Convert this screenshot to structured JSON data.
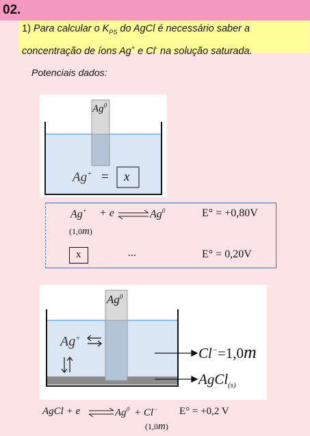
{
  "header": {
    "number": "02."
  },
  "question": {
    "prefix": "1) ",
    "line1": "Para calcular o K",
    "ksp_sub": "PS",
    "line1b": " do AgCl é necessário saber a",
    "line2a": "concentração de íons Ag",
    "plus": "+",
    "line2b": " e Cl",
    "minus": "-",
    "line2c": " na solução saturada."
  },
  "potenciais_label": "Potenciais dados:",
  "figure1": {
    "electrode": "Ag",
    "electrode_sup": "0",
    "solution_label": "Ag",
    "solution_sup": "+",
    "equals": "=",
    "unknown": "x"
  },
  "equations": {
    "eq1_left": "Ag",
    "eq1_left_sup": "+",
    "eq1_plus_e": "+ e",
    "eq1_right": "Ag",
    "eq1_right_sup": "0",
    "eq1_potential": "E° = +0,80V",
    "eq1_conc": "(1,0",
    "eq1_conc_unit": "m",
    "eq1_conc_close": ")",
    "eq2_unknown": "x",
    "eq2_dots": "...",
    "eq2_potential": "E° = 0,20V"
  },
  "figure2": {
    "electrode": "Ag",
    "electrode_sup": "0",
    "ion_left": "Ag",
    "ion_left_sup": "+",
    "cl_label": "Cl",
    "cl_sup": "−",
    "cl_value": "=1,0",
    "cl_unit": "m",
    "agcl_label": "AgCl",
    "agcl_sub": "(s)"
  },
  "bottom_equation": {
    "left": "AgCl + e",
    "right1": "Ag",
    "right1_sup": "0",
    "right2": "+ Cl",
    "right2_sup": "−",
    "potential": "E° = +0,2 V",
    "conc": "(1,0",
    "conc_unit": "m",
    "conc_close": ")"
  }
}
